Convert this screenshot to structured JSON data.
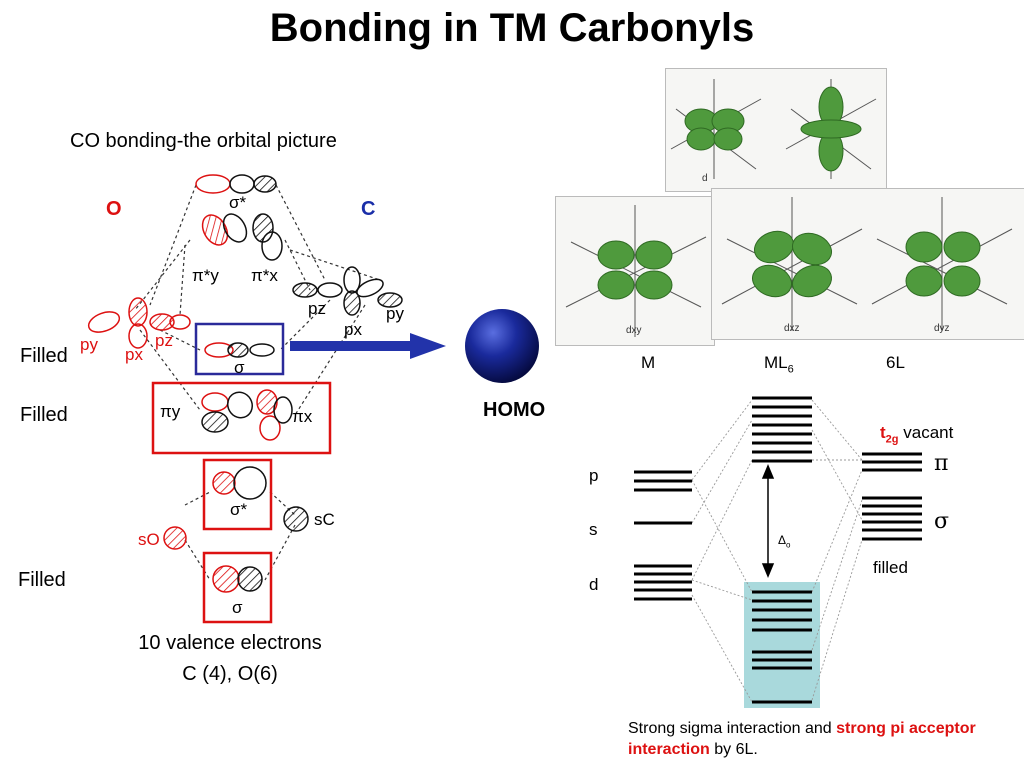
{
  "title": "Bonding in TM Carbonyls",
  "left": {
    "subtitle": "CO bonding-the orbital picture",
    "atom_o": "O",
    "atom_c": "C",
    "filled_1": "Filled",
    "filled_2": "Filled",
    "filled_3": "Filled",
    "valence_line1": "10 valence electrons",
    "valence_line2": "C (4), O(6)",
    "mo_labels": {
      "sigma_star_top": "σ*",
      "pi_star_y": "π*y",
      "pi_star_x": "π*x",
      "pz_c": "pz",
      "px_c": "px",
      "py_c": "py",
      "py_o": "py",
      "px_o": "px",
      "pz_o": "pz",
      "sigma_mid": "σ",
      "pi_y": "πy",
      "pi_x": "πx",
      "sigma_star_low": "σ*",
      "s_o": "sO",
      "s_c": "sC",
      "sigma_low": "σ"
    }
  },
  "homo_label": "HOMO",
  "right": {
    "col_m": "M",
    "col_ml6_main": "ML",
    "col_ml6_sub": "6",
    "col_6l": "6L",
    "level_p": "p",
    "level_s": "s",
    "level_d": "d",
    "t2g_main": "t",
    "t2g_sub": "2g",
    "vacant": "vacant",
    "pi_symbol": "π",
    "sigma_symbol": "σ",
    "filled": "filled",
    "delta_main": "Δ",
    "delta_sub": "o",
    "caption_part1": "Strong sigma interaction and",
    "caption_part2": "strong pi acceptor interaction",
    "caption_part3": "by 6L."
  },
  "orbital_panels": {
    "dz2_label": "d",
    "dxy_label": "dxy",
    "dxz_label": "dxz",
    "dyz_label": "dyz"
  },
  "colors": {
    "oxygen_red": "#dd1111",
    "carbon_blue": "#1a2ea8",
    "box_red": "#dd1111",
    "box_blue": "#2a2a9a",
    "arrow_blue": "#2233aa",
    "homo_sphere": "#1a2a9c",
    "lobe_green": "#4f9a3d",
    "highlight_cyan": "#a9d9dc"
  }
}
